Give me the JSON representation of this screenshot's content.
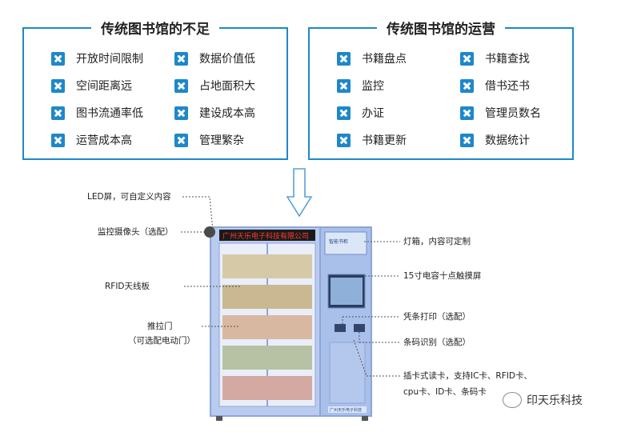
{
  "left_panel": {
    "title": "传统图书馆的不足",
    "items": [
      "开放时间限制",
      "数据价值低",
      "空间距离远",
      "占地面积大",
      "图书流通率低",
      "建设成本高",
      "运营成本高",
      "管理繁杂"
    ]
  },
  "right_panel": {
    "title": "传统图书馆的运营",
    "items": [
      "书籍盘点",
      "书籍查找",
      "监控",
      "借书还书",
      "办证",
      "管理员数名",
      "书籍更新",
      "数据统计"
    ]
  },
  "machine": {
    "led_text": "广州天乐电子科技有限公司",
    "lightbox_text": "智能书柜",
    "brand_plate": "广州天乐电子科技"
  },
  "callouts": {
    "led": "LED屏，可自定义内容",
    "camera": "监控摄像头（选配）",
    "rfid": "RFID天线板",
    "door_line1": "推拉门",
    "door_line2": "（可选配电动门）",
    "lightbox": "灯箱，内容可定制",
    "touch": "15寸电容十点触摸屏",
    "printer": "凭条打印（选配）",
    "barcode": "条码识别（选配）",
    "card_line1": "插卡式读卡，支持IC卡、RFID卡、",
    "card_line2": "cpu卡、ID卡、条码卡"
  },
  "watermark": "印天乐科技",
  "colors": {
    "accent": "#1e88c9",
    "cabinet": "#9fb8e6"
  }
}
